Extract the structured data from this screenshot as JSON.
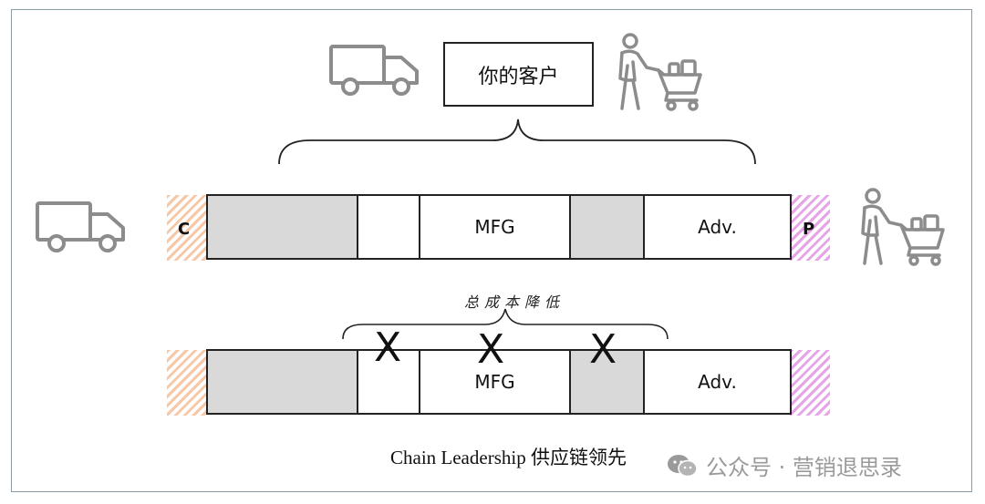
{
  "customer_box": {
    "label": "你的客户"
  },
  "top_bar": {
    "left_tag": "C",
    "right_tag": "P",
    "segments": [
      {
        "label": "",
        "gray": true
      },
      {
        "label": "",
        "gray": false
      },
      {
        "label": "MFG",
        "gray": false
      },
      {
        "label": "",
        "gray": true
      },
      {
        "label": "Adv.",
        "gray": false
      }
    ]
  },
  "cost_reduction": {
    "label": "总成本降低"
  },
  "bottom_bar": {
    "segments": [
      {
        "label": "",
        "gray": true
      },
      {
        "label": "",
        "gray": false
      },
      {
        "label": "MFG",
        "gray": false
      },
      {
        "label": "",
        "gray": true
      },
      {
        "label": "Adv.",
        "gray": false
      }
    ],
    "x_marks": [
      "X",
      "X",
      "X"
    ]
  },
  "caption": "Chain Leadership 供应链领先",
  "watermark": {
    "text": "公众号 · 营销退思录",
    "icon": "wechat-icon"
  },
  "icons": [
    "delivery-truck-icon",
    "shopper-with-cart-icon"
  ],
  "colors": {
    "gray_segment": "#d9d9d9",
    "hatch_left": "#f6c8a8",
    "hatch_right": "#e6a5e6",
    "icon_gray": "#8c8c8c"
  }
}
